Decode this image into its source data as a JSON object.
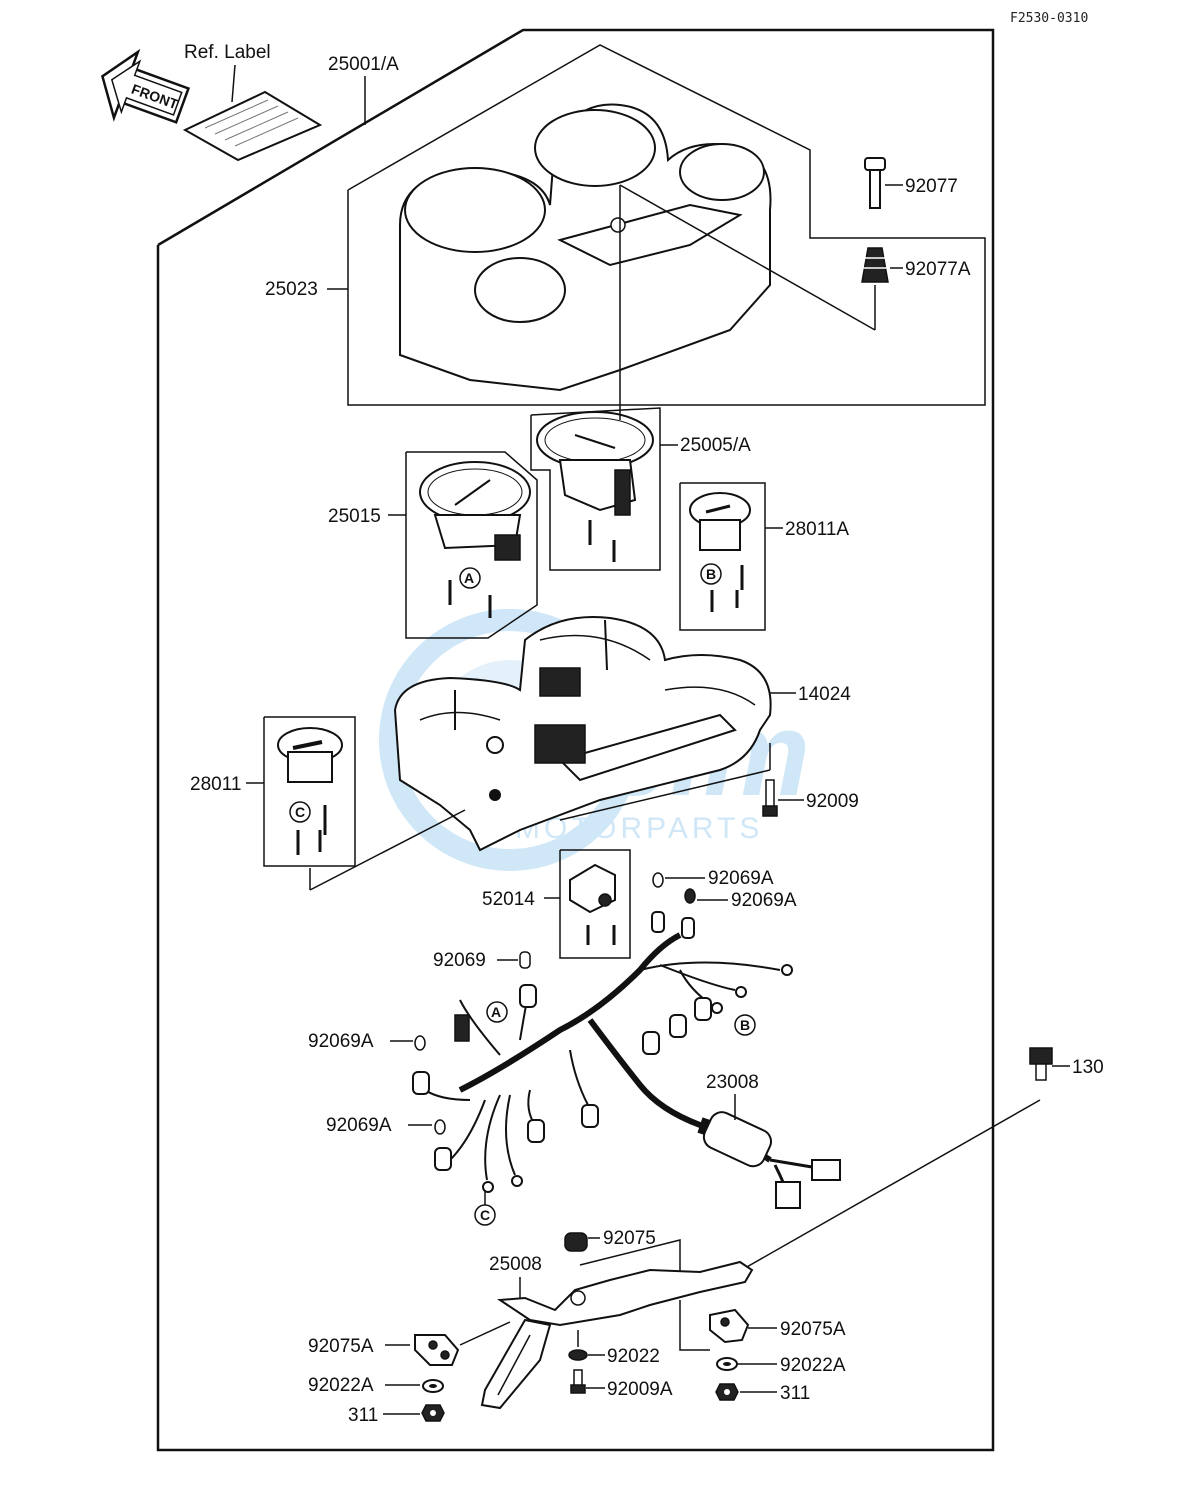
{
  "diagram_code": "F2530-0310",
  "front_label": "FRONT",
  "ref_label": "Ref. Label",
  "watermark": {
    "line1": "Leim",
    "line2": "MOTORPARTS"
  },
  "circle_letters": {
    "a": "A",
    "b": "B",
    "c": "C"
  },
  "parts": {
    "p25001A": "25001/A",
    "p92077": "92077",
    "p92077A": "92077A",
    "p25023": "25023",
    "p25005A": "25005/A",
    "p25015": "25015",
    "p28011A": "28011A",
    "p14024": "14024",
    "p28011": "28011",
    "p92009": "92009",
    "p92069A_1": "92069A",
    "p52014": "52014",
    "p92069A_2": "92069A",
    "p92069": "92069",
    "p92069A_3": "92069A",
    "p130": "130",
    "p23008": "23008",
    "p92069A_4": "92069A",
    "p92075": "92075",
    "p25008": "25008",
    "p92075A_1": "92075A",
    "p92075A_2": "92075A",
    "p92022": "92022",
    "p92022A_1": "92022A",
    "p92022A_2": "92022A",
    "p92009A": "92009A",
    "p311_1": "311",
    "p311_2": "311"
  }
}
